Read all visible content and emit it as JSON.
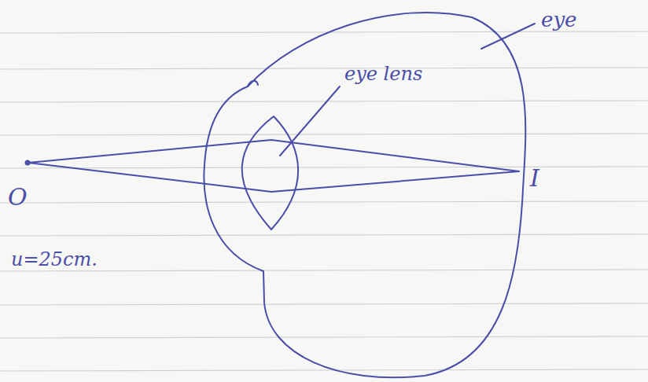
{
  "diagram": {
    "labels": [
      "eye",
      "eye lens",
      "O",
      "I",
      "u=25cm."
    ]
  }
}
